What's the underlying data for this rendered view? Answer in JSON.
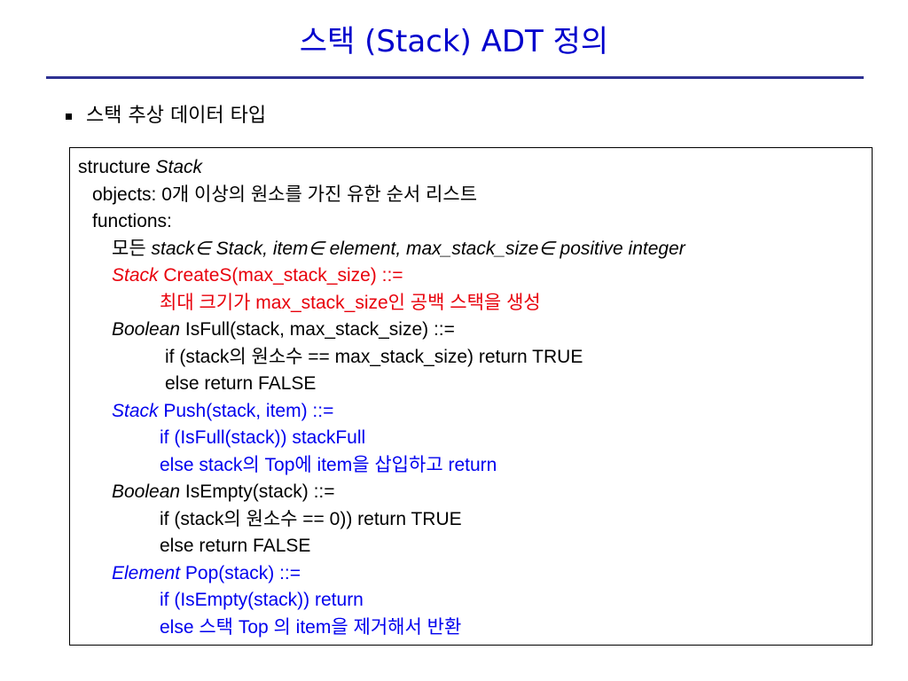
{
  "slide": {
    "title": "스택 (Stack) ADT 정의",
    "bullet": "스택 추상 데이터 타입"
  },
  "adt": {
    "line1": {
      "kw": "structure ",
      "name": "Stack"
    },
    "line2": "objects: 0개 이상의 원소를 가진 유한 순서 리스트",
    "line3": "functions:",
    "line4": {
      "prefix": "모든 ",
      "decl": "stack∈ Stack, item∈ element, max_stack_size∈ positive integer"
    },
    "line5": {
      "type": "Stack",
      "sig": " CreateS(max_stack_size) ::="
    },
    "line6": "최대 크기가 max_stack_size인 공백 스택을 생성",
    "line7": {
      "type": "Boolean",
      "sig": " IsFull(stack, max_stack_size) ::="
    },
    "line8": "if (stack의 원소수 == max_stack_size) return TRUE",
    "line9": "else return FALSE",
    "line10": {
      "type": "Stack",
      "sig": " Push(stack, item) ::="
    },
    "line11": "if (IsFull(stack)) stackFull",
    "line12": "else stack의 Top에 item을 삽입하고 return",
    "line13": {
      "type": "Boolean",
      "sig": " IsEmpty(stack) ::="
    },
    "line14": "if (stack의 원소수 == 0)) return TRUE",
    "line15": "else return FALSE",
    "line16": {
      "type": "Element",
      "sig": " Pop(stack) ::="
    },
    "line17": "if (IsEmpty(stack)) return",
    "line18": "else 스택 Top 의 item을 제거해서 반환"
  },
  "colors": {
    "title": "#0000cc",
    "title_rule": "#2e3192",
    "create_block": "#e8000b",
    "push_pop_block": "#0000ee"
  }
}
